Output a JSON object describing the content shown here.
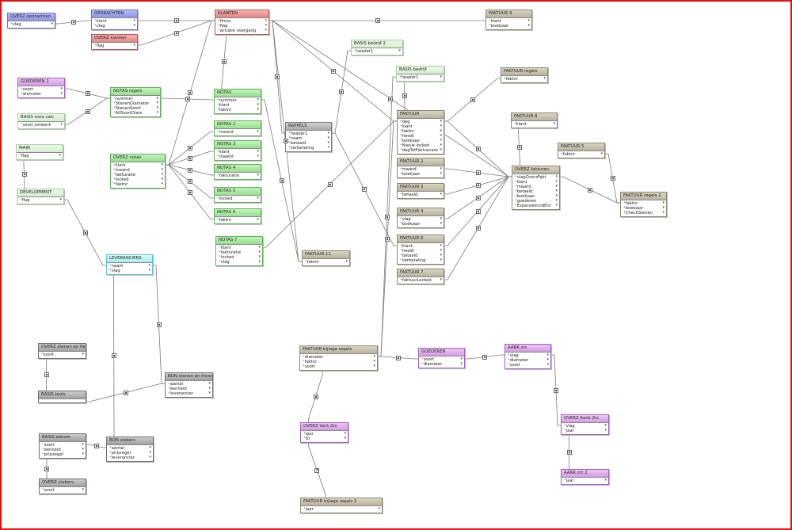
{
  "tables": [
    {
      "id": "overz_opdrachten",
      "title": "OVERZ opdrachten",
      "fields": [
        "vlag"
      ],
      "color": "blue"
    },
    {
      "id": "opdrachten",
      "title": "OPDRACHTEN",
      "fields": [
        "klant",
        "vlag"
      ],
      "color": "blue"
    },
    {
      "id": "overz_klanten",
      "title": "OVERZ klanten",
      "fields": [
        "flag"
      ],
      "color": "red"
    },
    {
      "id": "klanten",
      "title": "KLANTEN",
      "fields": [
        "firma",
        "flag",
        "actuele overgang"
      ],
      "color": "red"
    },
    {
      "id": "faktuur9",
      "title": "FAKTUUR 9",
      "fields": [
        "klant",
        "boekjaar"
      ],
      "color": "khaki"
    },
    {
      "id": "basis_bedrijf2",
      "title": "BASIS bedrijf 2",
      "fields": [
        "header1"
      ],
      "color": "lgreen"
    },
    {
      "id": "basis_bedrijf",
      "title": "BASIS bedrijf",
      "fields": [
        "header1"
      ],
      "color": "lgreen"
    },
    {
      "id": "faktuur_regels",
      "title": "FAKTUUR regels",
      "fields": [
        "faktnr"
      ],
      "color": "khaki"
    },
    {
      "id": "goederen2",
      "title": "GOEDEREN 2",
      "fields": [
        "soort",
        "diameter"
      ],
      "color": "purple"
    },
    {
      "id": "notas_regels",
      "title": "NOTAS regels",
      "fields": [
        "nummer",
        "StenenDiameter",
        "StenenSoort",
        "AllSoortDiam"
      ],
      "color": "green"
    },
    {
      "id": "notas",
      "title": "NOTAS",
      "fields": [
        "nummer",
        "klant",
        "faktnr"
      ],
      "color": "green"
    },
    {
      "id": "basis_nota_calc",
      "title": "BASIS nota calc",
      "fields": [
        "soort extwerk"
      ],
      "color": "lgreen"
    },
    {
      "id": "rappels",
      "title": "RAPPELS",
      "fields": [
        "header1",
        "naam",
        "betaald",
        "verbetaling"
      ],
      "color": "gray"
    },
    {
      "id": "faktuur",
      "title": "FAKTUUR",
      "fields": [
        "dag",
        "klant",
        "faktnr",
        "heedt",
        "boekjaar",
        "Nieuw locked",
        "dagTotFaktuurare"
      ],
      "color": "khaki"
    },
    {
      "id": "faktuur8",
      "title": "FAKTUUR 8",
      "fields": [
        "klant"
      ],
      "color": "khaki"
    },
    {
      "id": "notas2",
      "title": "NOTAS 2",
      "fields": [
        "maand"
      ],
      "color": "green"
    },
    {
      "id": "notas3",
      "title": "NOTAS 3",
      "fields": [
        "klant",
        "maand"
      ],
      "color": "green"
    },
    {
      "id": "main",
      "title": "MAIN",
      "fields": [
        "flag"
      ],
      "color": "lgreen"
    },
    {
      "id": "overz_notas",
      "title": "OVERZ notas",
      "fields": [
        "klant",
        "maand",
        "fakturatie",
        "locked",
        "faktnr"
      ],
      "color": "green"
    },
    {
      "id": "faktuur2",
      "title": "FAKTUUR 2",
      "fields": [
        "maand",
        "boekjaar"
      ],
      "color": "khaki"
    },
    {
      "id": "faktuur5",
      "title": "FAKTUUR 5",
      "fields": [
        "faktnr"
      ],
      "color": "khaki"
    },
    {
      "id": "notas4",
      "title": "NOTAS 4",
      "fields": [
        "fakturatie"
      ],
      "color": "green"
    },
    {
      "id": "overz_fakturen",
      "title": "OVERZ fakturen",
      "fields": [
        "vlagOverzFakt",
        "klant",
        "maand",
        "betaald",
        "boekjaar",
        "goederen",
        "ExpenseIncidEnt"
      ],
      "color": "khaki"
    },
    {
      "id": "faktuur3",
      "title": "FAKTUUR 3",
      "fields": [
        "betaald"
      ],
      "color": "khaki"
    },
    {
      "id": "development",
      "title": "DEVELOPMENT",
      "fields": [
        "flag"
      ],
      "color": "lgreen"
    },
    {
      "id": "notas5",
      "title": "NOTAS 5",
      "fields": [
        "locked"
      ],
      "color": "green"
    },
    {
      "id": "faktuur_regels2",
      "title": "FAKTUUR regels 2",
      "fields": [
        "faktnr",
        "boekjaar",
        "CheckStenen"
      ],
      "color": "khaki"
    },
    {
      "id": "notas6",
      "title": "NOTAS 6",
      "fields": [
        "faktnr"
      ],
      "color": "green"
    },
    {
      "id": "faktuur4",
      "title": "FAKTUUR 4",
      "fields": [
        "vlag",
        "boekjaar"
      ],
      "color": "khaki"
    },
    {
      "id": "faktuur6",
      "title": "FAKTUUR 6",
      "fields": [
        "klant",
        "heedt",
        "betaald",
        "verbetaling"
      ],
      "color": "khaki"
    },
    {
      "id": "notas7",
      "title": "NOTAS 7",
      "fields": [
        "klant",
        "fakturatie",
        "locked",
        "vlag"
      ],
      "color": "green"
    },
    {
      "id": "faktuur11",
      "title": "FAKTUUR 11",
      "fields": [
        "faktnr"
      ],
      "color": "khaki"
    },
    {
      "id": "leveranciers",
      "title": "LEVERANCIERS",
      "fields": [
        "naam",
        "vlag"
      ],
      "color": "cyan"
    },
    {
      "id": "faktuur7",
      "title": "FAKTUUR 7",
      "fields": [
        "faktuurLocked"
      ],
      "color": "khaki"
    },
    {
      "id": "overz_stenen",
      "title": "OVERZ stenen en fie",
      "fields": [
        "soort"
      ],
      "color": "dgray"
    },
    {
      "id": "faktuur_bijlage",
      "title": "FAKTUUR bijlage regels",
      "fields": [
        "diameter",
        "faktnr",
        "soort"
      ],
      "color": "khaki"
    },
    {
      "id": "goederen",
      "title": "GOEDEREN",
      "fields": [
        "soort",
        "diameter"
      ],
      "color": "purple"
    },
    {
      "id": "aank_zrc",
      "title": "AANK zrc",
      "fields": [
        "vlag",
        "diameter",
        "soort"
      ],
      "color": "purple"
    },
    {
      "id": "bon_stenen",
      "title": "BON stenen en fresen",
      "fields": [
        "aantal",
        "eenheid",
        "leverancier"
      ],
      "color": "dgray"
    },
    {
      "id": "basis_tools",
      "title": "BASIS tools",
      "fields": [],
      "color": "dgray"
    },
    {
      "id": "overz_aank_zrc",
      "title": "OVERZ Aank Zrc",
      "fields": [
        "vlag",
        "jaar"
      ],
      "color": "purple"
    },
    {
      "id": "overz_verk_zrc",
      "title": "OVERZ Verk Zrc",
      "fields": [
        "jaar",
        "ID"
      ],
      "color": "purple"
    },
    {
      "id": "basis_stenen",
      "title": "BASIS stenen",
      "fields": [
        "soort",
        "eenheid",
        "prijsregel"
      ],
      "color": "dgray"
    },
    {
      "id": "bon_stekers",
      "title": "BON stekers",
      "fields": [
        "aantal",
        "prijsregel",
        "leverancier"
      ],
      "color": "dgray"
    },
    {
      "id": "overz_stekers",
      "title": "OVERZ stekers",
      "fields": [
        "soort"
      ],
      "color": "dgray"
    },
    {
      "id": "aank_zrc2",
      "title": "AANK zrc 2",
      "fields": [
        "jaar"
      ],
      "color": "purple"
    },
    {
      "id": "faktuur_bijlage2",
      "title": "FAKTUUR bijlage regels 2",
      "fields": [
        "jaar"
      ],
      "color": "khaki"
    }
  ],
  "colors": {
    "line": "#7a7a7a",
    "frame": "#e01010"
  }
}
